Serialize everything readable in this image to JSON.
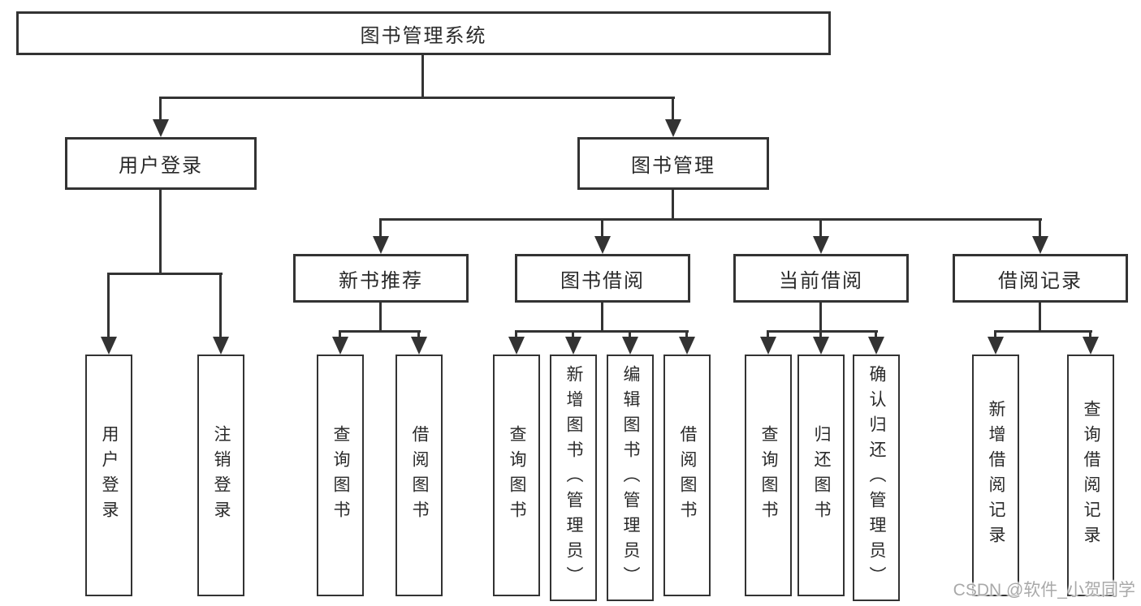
{
  "diagram": {
    "root": {
      "label": "图书管理系统"
    },
    "level1": [
      {
        "label": "用户登录"
      },
      {
        "label": "图书管理"
      }
    ],
    "level2": [
      {
        "label": "新书推荐"
      },
      {
        "label": "图书借阅"
      },
      {
        "label": "当前借阅"
      },
      {
        "label": "借阅记录"
      }
    ],
    "leaves": [
      {
        "label": "用户登录"
      },
      {
        "label": "注销登录"
      },
      {
        "label": "查询图书"
      },
      {
        "label": "借阅图书"
      },
      {
        "label": "查询图书"
      },
      {
        "label": "新增图书（管理员）"
      },
      {
        "label": "编辑图书（管理员）"
      },
      {
        "label": "借阅图书"
      },
      {
        "label": "查询图书"
      },
      {
        "label": "归还图书"
      },
      {
        "label": "确认归还（管理员）"
      },
      {
        "label": "新增借阅记录"
      },
      {
        "label": "查询借阅记录"
      }
    ]
  },
  "watermark": {
    "text": "CSDN @软件_小贺同学"
  },
  "colors": {
    "line": "#333333",
    "text": "#2a2a2a",
    "watermark": "#a9a9a9",
    "background": "#ffffff"
  }
}
